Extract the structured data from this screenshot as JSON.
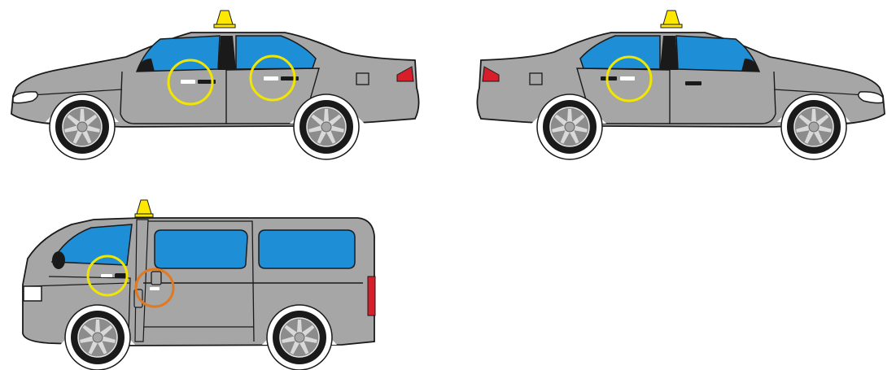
{
  "diagram": {
    "vehicles": [
      {
        "id": "sedan-left-view",
        "kind": "sedan",
        "facing": "left",
        "roof_light": "yellow",
        "highlights": [
          {
            "color": "yellow",
            "target": "front-door-handle"
          },
          {
            "color": "yellow",
            "target": "rear-door-handle"
          }
        ]
      },
      {
        "id": "sedan-right-view",
        "kind": "sedan",
        "facing": "right",
        "roof_light": "yellow",
        "highlights": [
          {
            "color": "yellow",
            "target": "rear-door-handle"
          }
        ]
      },
      {
        "id": "van-left-view",
        "kind": "van",
        "facing": "left",
        "roof_light": "yellow",
        "highlights": [
          {
            "color": "yellow",
            "target": "front-door-handle"
          },
          {
            "color": "orange",
            "target": "sliding-door-handle"
          }
        ]
      }
    ],
    "colors": {
      "body": "#a6a6a6",
      "window": "#1e8fd6",
      "outline": "#1a1a1a",
      "roof_light": "#ffe800",
      "highlight_yellow": "#f2e600",
      "highlight_orange": "#e07a22",
      "tail_light": "#d81e2a",
      "handle": "#ffffff",
      "wheel_rim": "#8c8c8c",
      "tire": "#1a1a1a"
    }
  }
}
